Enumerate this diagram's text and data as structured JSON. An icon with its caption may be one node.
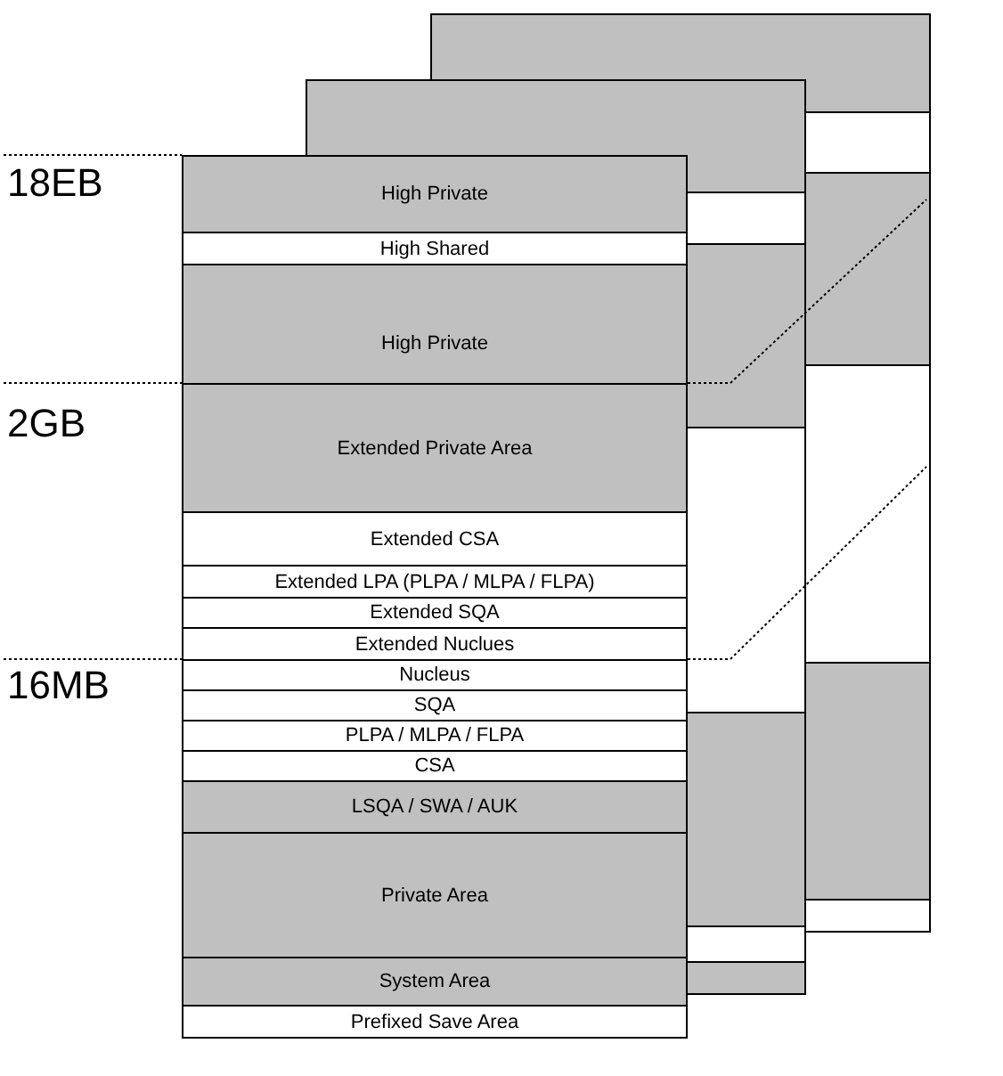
{
  "diagram": {
    "nodes": [
      {
        "text": [
          "High Private"
        ]
      },
      {
        "text": [
          "High Shared"
        ]
      },
      {
        "text": [
          "High Private"
        ]
      },
      {
        "text": [
          "Extended Private Area"
        ]
      },
      {
        "text": [
          "Extended CSA"
        ]
      },
      {
        "text": [
          "Extended LPA (PLPA / MLPA / FLPA)"
        ]
      },
      {
        "text": [
          "Extended SQA"
        ]
      },
      {
        "text": [
          "Extended Nuclues"
        ]
      },
      {
        "text": [
          "Nucleus"
        ]
      },
      {
        "text": [
          "SQA"
        ]
      },
      {
        "text": [
          "PLPA / MLPA / FLPA"
        ]
      },
      {
        "text": [
          "CSA"
        ]
      },
      {
        "text": [
          "LSQA / SWA / AUK"
        ]
      },
      {
        "text": [
          "Private Area"
        ]
      },
      {
        "text": [
          "System Area"
        ]
      },
      {
        "text": [
          "Prefixed Save Area"
        ]
      }
    ],
    "labels": [
      "18EB",
      "2GB",
      "16MB"
    ]
  }
}
